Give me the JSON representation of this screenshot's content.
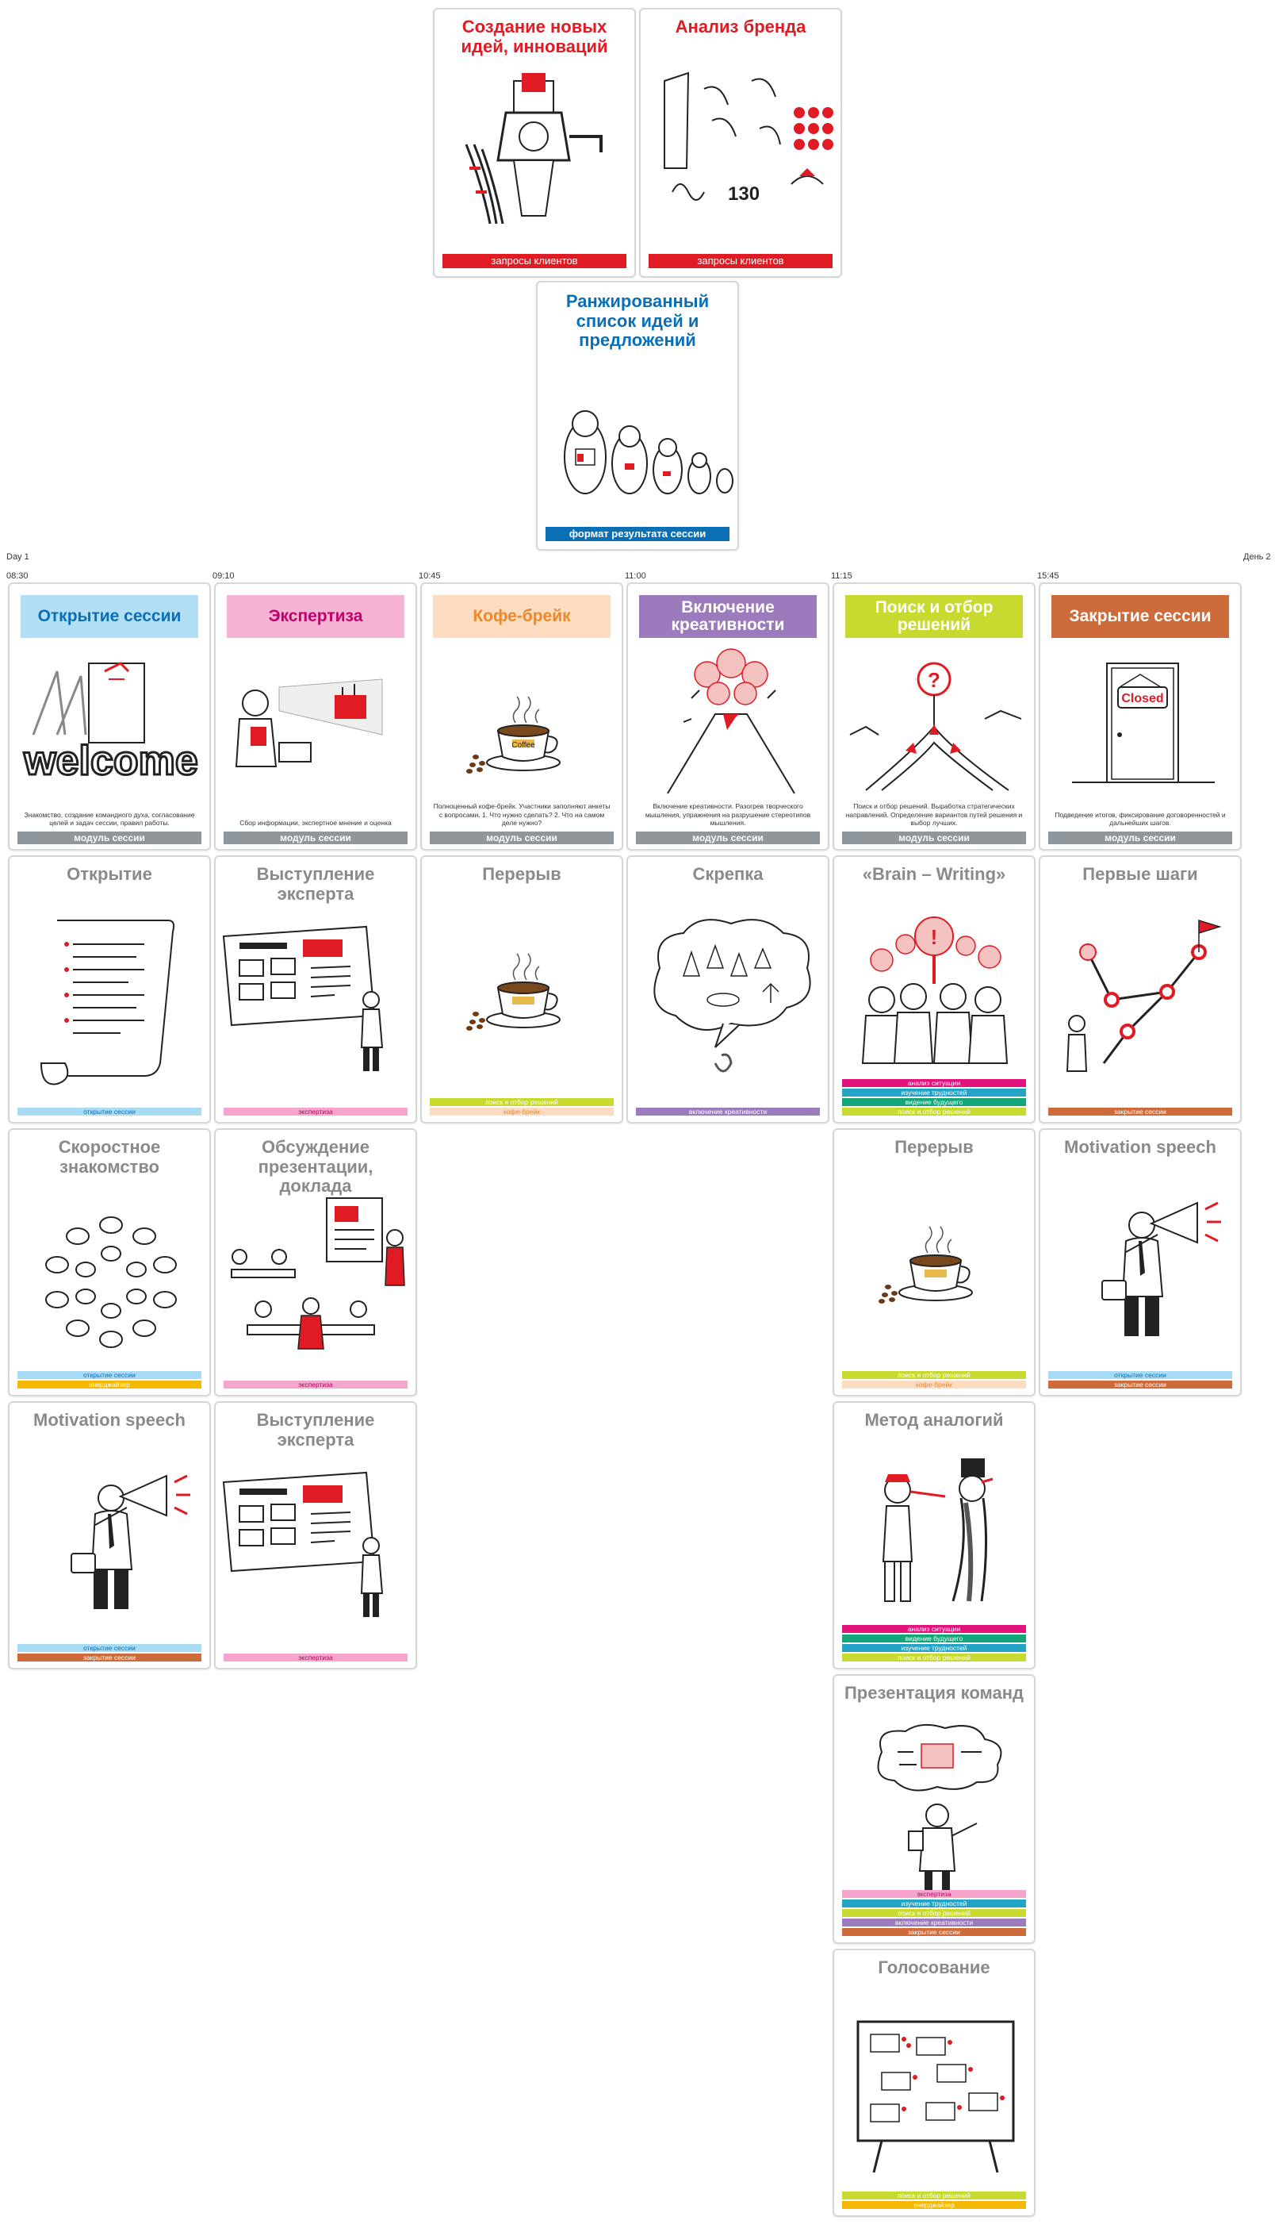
{
  "timeline": {
    "day1": "Day 1",
    "day2": "День 2",
    "times": [
      "08:30",
      "09:10",
      "10:45",
      "11:00",
      "11:15",
      "15:45"
    ]
  },
  "top_cards": [
    {
      "title": "Создание новых идей, инноваций",
      "bar": "запросы клиентов"
    },
    {
      "title": "Анализ бренда",
      "bar": "запросы клиентов"
    },
    {
      "title": "Ранжированный список идей и предложений",
      "bar": "формат результата сессии"
    }
  ],
  "modules": [
    {
      "title": "Открытие сессии",
      "color": "#b3dff5",
      "text_color": "#0a6fb5",
      "desc": "Знакомство, создание командного духа, согласование целей и задач сессии, правил работы.",
      "bar": "модуль сессии"
    },
    {
      "title": "Экспертиза",
      "color": "#f6b3d3",
      "text_color": "#c0006b",
      "desc": "Сбор информации, экспертное мнение и оценка",
      "bar": "модуль сессии"
    },
    {
      "title": "Кофе-брейк",
      "color": "#fcdcc0",
      "text_color": "#e8892b",
      "desc": "Полноценный кофе-брейк. Участники заполняют анкеты с вопросами. 1. Что нужно сделать? 2. Что на самом деле нужно?",
      "bar": "модуль сессии"
    },
    {
      "title": "Включение креативности",
      "color": "#9b7bbb",
      "text_color": "#ffffff",
      "desc": "Включение креативности. Разогрев творческого мышления, упражнения на разрушение стереотипов мышления.",
      "bar": "модуль сессии"
    },
    {
      "title": "Поиск и отбор решений",
      "color": "#c8d92f",
      "text_color": "#ffffff",
      "desc": "Поиск и отбор решений. Выработка стратегических направлений. Определение вариантов путей решения и выбор лучших.",
      "bar": "модуль сессии"
    },
    {
      "title": "Закрытие сессии",
      "color": "#cd6b3a",
      "text_color": "#ffffff",
      "desc": "Подведение итогов, фиксирование договоренностей и дальнейших шагов.",
      "bar": "модуль сессии"
    }
  ],
  "labels": {
    "otkr": "открытие сессии",
    "eksp": "экспертиза",
    "poisk": "поиск и отбор решений",
    "kofe": "кофе-брейк",
    "vkl": "включение креативности",
    "zakr": "закрытие сессии",
    "energ": "энерджайзер",
    "analiz": "анализ ситуации",
    "izuch": "изучение трудностей",
    "vid": "видение будущего"
  },
  "cards": {
    "otkrytie": "Открытие",
    "vystuplenie": "Выступление эксперта",
    "pereryv": "Перерыв",
    "skrepka": "Скрепка",
    "brain": "«Brain – Writing»",
    "pervye": "Первые шаги",
    "skorost": "Скоростное знакомство",
    "obsuzhd": "Обсуждение презентации, доклада",
    "pereryv2": "Перерыв",
    "motiv": "Motivation speech",
    "motiv2": "Motivation speech",
    "vystuplenie2": "Выступление эксперта",
    "metod": "Метод аналогий",
    "prezent": "Презентация команд",
    "golos": "Голосование"
  },
  "art_text": {
    "welcome": "welcome",
    "closed": "Closed",
    "coffee": "Coffee",
    "brand_number": "130"
  },
  "colors": {
    "otkr": "#a8dcf5",
    "eksp": "#f6a5cd",
    "poisk": "#c8d92f",
    "kofe": "#fcdcc0",
    "vkl": "#9b7bbb",
    "zakr": "#cd6b3a",
    "energ": "#f5b800",
    "analiz": "#e2137d",
    "izuch": "#23a4c6",
    "vid": "#13a67a"
  }
}
